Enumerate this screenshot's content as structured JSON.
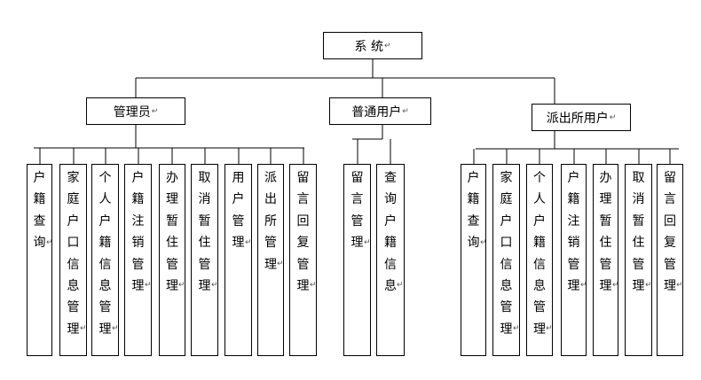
{
  "para_mark": "↵",
  "root": {
    "label": "系 统"
  },
  "roles": [
    {
      "label": "管理员",
      "modules": [
        "户籍查询",
        "家庭户口信息管理",
        "个人户籍信息管理",
        "户籍注销管理",
        "办理暂住管理",
        "取消暂住管理",
        "用户管理",
        "派出所管理",
        "留言回复管理"
      ]
    },
    {
      "label": "普通用户",
      "modules": [
        "留言管理",
        "查询户籍信息"
      ]
    },
    {
      "label": "派出所用户",
      "modules": [
        "户籍查询",
        "家庭户口信息管理",
        "个人户籍信息管理",
        "户籍注销管理",
        "办理暂住管理",
        "取消暂住管理",
        "留言回复管理"
      ]
    }
  ]
}
